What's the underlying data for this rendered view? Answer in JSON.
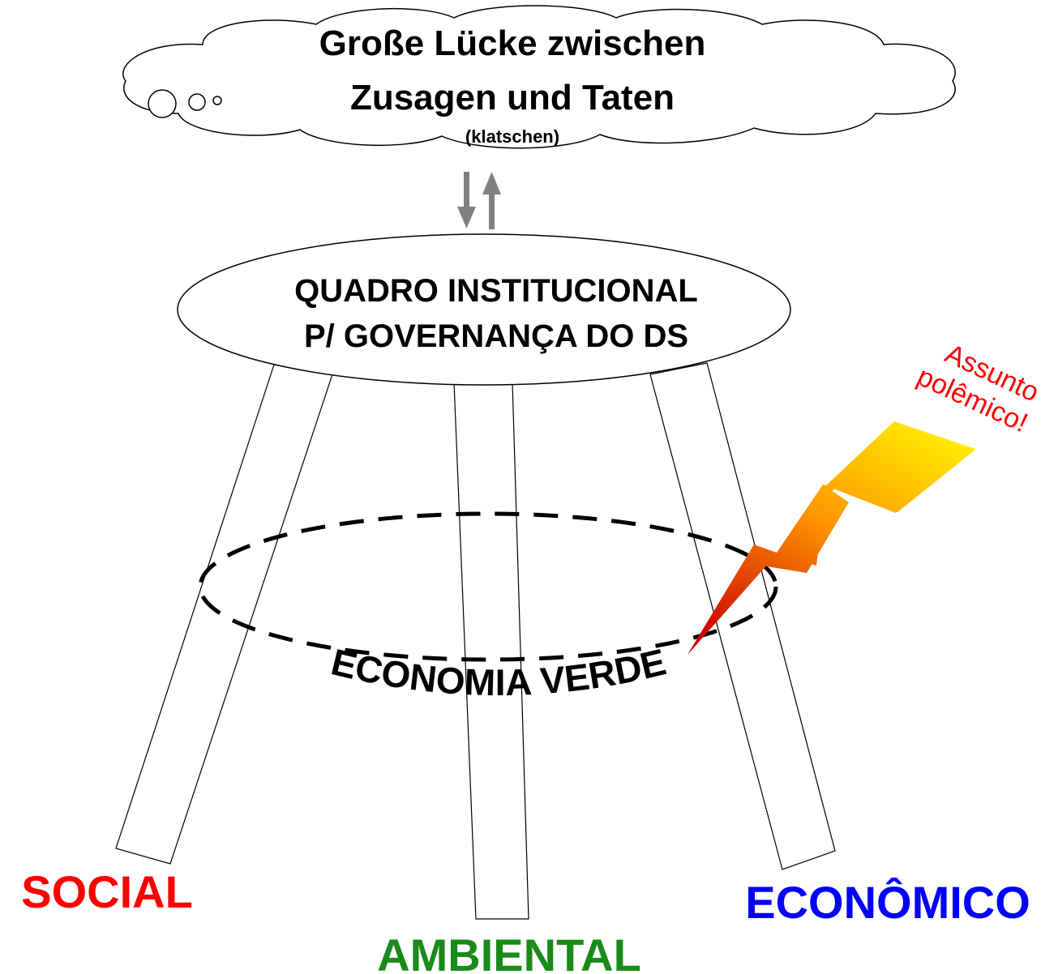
{
  "cloud": {
    "line1": "Große Lücke zwischen",
    "line2": "Zusagen und Taten",
    "note": "(klatschen)"
  },
  "top": {
    "line1": "QUADRO INSTITUCIONAL",
    "line2": "P/ GOVERNANÇA DO DS"
  },
  "ring_label": "ECONOMIA VERDE",
  "callout": {
    "line1": "Assunto",
    "line2": "polêmico!"
  },
  "pillars": {
    "social": "SOCIAL",
    "ambiental": "AMBIENTAL",
    "economico": "ECONÔMICO"
  },
  "colors": {
    "social": "#ff0000",
    "ambiental": "#1a8a1a",
    "economico": "#0000ff",
    "callout": "#ff0000",
    "arrows": "#808080",
    "bolt_top": "#ffee00",
    "bolt_bottom": "#cc0000"
  }
}
